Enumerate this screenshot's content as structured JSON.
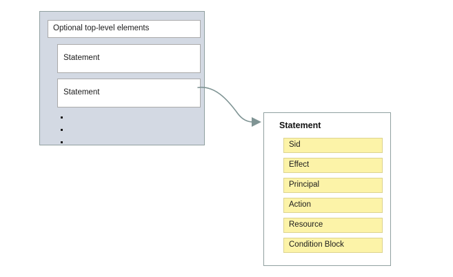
{
  "diagram": {
    "type": "aws-iam-policy-structure",
    "colors": {
      "policy_panel_fill": "#d3d9e3",
      "policy_panel_border": "#8f9f9f",
      "inner_box_fill": "#ffffff",
      "inner_box_border": "#a9a9a9",
      "detail_panel_fill": "#ffffff",
      "detail_panel_border": "#8f9f9f",
      "field_fill": "#fcf3a8",
      "field_border": "#dcd38f",
      "arrow_color": "#7f9494",
      "text_color": "#1a1a1a",
      "background": "#ffffff"
    },
    "policy_panel": {
      "top_level_label": "Optional top-level elements",
      "statements": [
        {
          "label": "Statement"
        },
        {
          "label": "Statement"
        }
      ],
      "continuation_dots": 3
    },
    "connector": {
      "name": "statement-expansion-arrow",
      "from": "statement-box-2",
      "to": "statement-detail-panel",
      "style": "curved-arrow",
      "arrowhead": "filled-triangle"
    },
    "detail_panel": {
      "title": "Statement",
      "fields": [
        {
          "label": "Sid"
        },
        {
          "label": "Effect"
        },
        {
          "label": "Principal"
        },
        {
          "label": "Action"
        },
        {
          "label": "Resource"
        },
        {
          "label": "Condition Block"
        }
      ]
    }
  }
}
